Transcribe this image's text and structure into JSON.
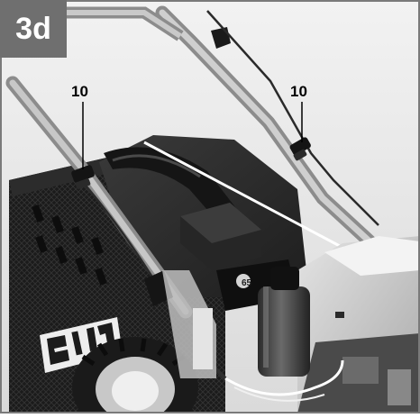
{
  "figure": {
    "label": "3d",
    "callouts": [
      {
        "text": "10"
      },
      {
        "text": "10"
      }
    ],
    "brand_mark": "Einh",
    "control_label": "65",
    "colors": {
      "label_bg": "#6f6f6f",
      "frame": "#7a7a7a",
      "callout_text": "#000000"
    }
  }
}
